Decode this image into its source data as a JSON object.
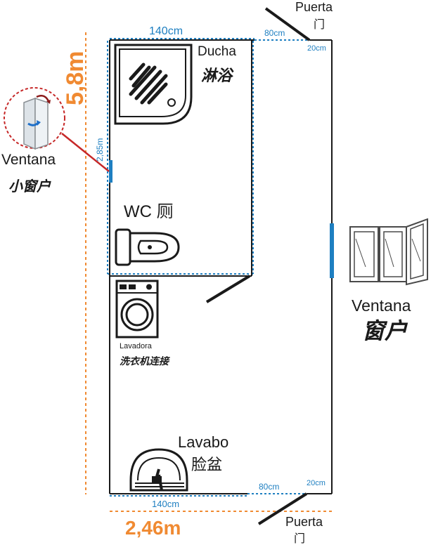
{
  "dimensions": {
    "total_length": "5,8m",
    "total_width": "2,46m",
    "top_width": "140cm",
    "bottom_width": "140cm",
    "top_door_width": "80cm",
    "bottom_door_width": "80cm",
    "top_corner": "20cm",
    "bottom_corner": "20cm",
    "bathroom_depth": "2,85m"
  },
  "labels": {
    "door_top_es": "Puerta",
    "door_top_zh": "门",
    "door_bottom_es": "Puerta",
    "door_bottom_zh": "门",
    "shower_es": "Ducha",
    "shower_zh": "淋浴",
    "wc": "WC 厕",
    "washer_es": "Lavadora",
    "washer_zh": "洗衣机连接",
    "sink_es": "Lavabo",
    "sink_zh": "脸盆",
    "small_window_es": "Ventana",
    "small_window_zh": "小窗户",
    "window_es": "Ventana",
    "window_zh": "窗户"
  },
  "colors": {
    "wall": "#1a1a1a",
    "dimension_blue": "#1e7fc1",
    "dimension_orange": "#f08a32",
    "window_marker": "#1e7fc1",
    "callout_red": "#c62828"
  },
  "icons": {
    "shower": "shower-tray-icon",
    "toilet": "toilet-icon",
    "washer": "washing-machine-icon",
    "sink": "sink-icon",
    "small_window": "tilt-window-icon",
    "window": "double-window-icon"
  }
}
